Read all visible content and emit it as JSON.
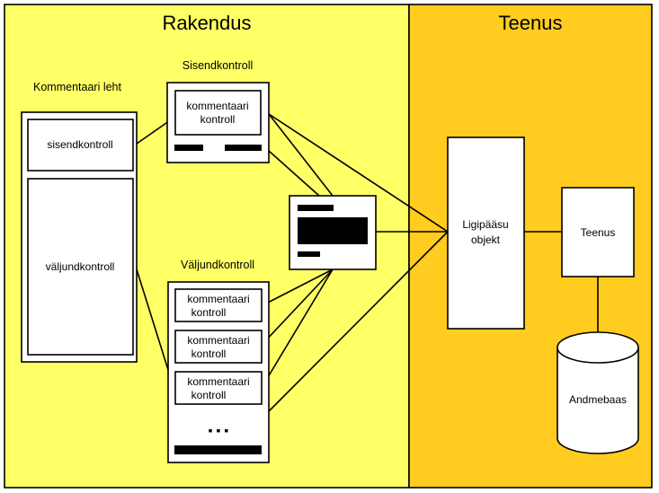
{
  "colors": {
    "left_zone": "#FFFF66",
    "right_zone": "#FFCC1F",
    "box_fill": "#FFFFFF",
    "stroke": "#000000"
  },
  "zones": {
    "left_title": "Rakendus",
    "right_title": "Teenus"
  },
  "page": {
    "title": "Kommentaari leht",
    "input_control": "sisendkontroll",
    "output_control": "väljundkontroll"
  },
  "input_panel": {
    "title": "Sisendkontroll",
    "comment_line1": "kommentaari",
    "comment_line2": "kontroll"
  },
  "output_panel": {
    "title": "Väljundkontroll",
    "comment_line1": "kommentaari",
    "comment_line2": "kontroll",
    "ellipsis": "▪ ▪ ▪"
  },
  "access_object": {
    "line1": "Ligipääsu",
    "line2": "objekt"
  },
  "service": {
    "label": "Teenus"
  },
  "database": {
    "label": "Andmebaas"
  }
}
